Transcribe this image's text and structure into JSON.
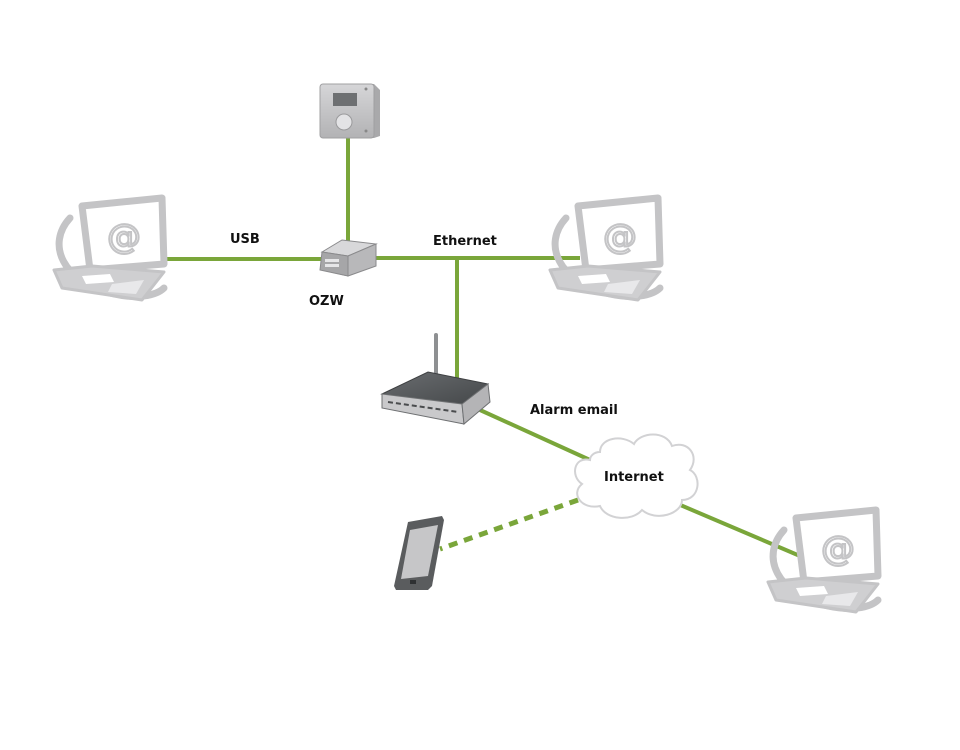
{
  "diagram": {
    "colors": {
      "link": "#7aa63a",
      "device_light": "#c9c9cb",
      "device_mid": "#a9a9ab",
      "device_dark": "#55585a",
      "text": "#111111"
    },
    "nodes": {
      "room_unit": {
        "label": ""
      },
      "laptop_left": {
        "label": "",
        "icon": "at-sign"
      },
      "ozw": {
        "label": "OZW"
      },
      "laptop_right": {
        "label": "",
        "icon": "at-sign"
      },
      "router": {
        "label": ""
      },
      "internet": {
        "label": "Internet"
      },
      "phone": {
        "label": ""
      },
      "laptop_bottom": {
        "label": "",
        "icon": "at-sign"
      }
    },
    "links": [
      {
        "from": "room_unit",
        "to": "ozw",
        "label": "",
        "style": "solid"
      },
      {
        "from": "laptop_left",
        "to": "ozw",
        "label": "USB",
        "style": "solid"
      },
      {
        "from": "ozw",
        "to": "laptop_right",
        "label": "Ethernet",
        "style": "solid"
      },
      {
        "from": "ethernet_bus",
        "to": "router",
        "label": "",
        "style": "solid"
      },
      {
        "from": "router",
        "to": "internet",
        "label": "Alarm email",
        "style": "solid"
      },
      {
        "from": "internet",
        "to": "phone",
        "label": "",
        "style": "dashed"
      },
      {
        "from": "internet",
        "to": "laptop_bottom",
        "label": "",
        "style": "solid"
      }
    ]
  }
}
